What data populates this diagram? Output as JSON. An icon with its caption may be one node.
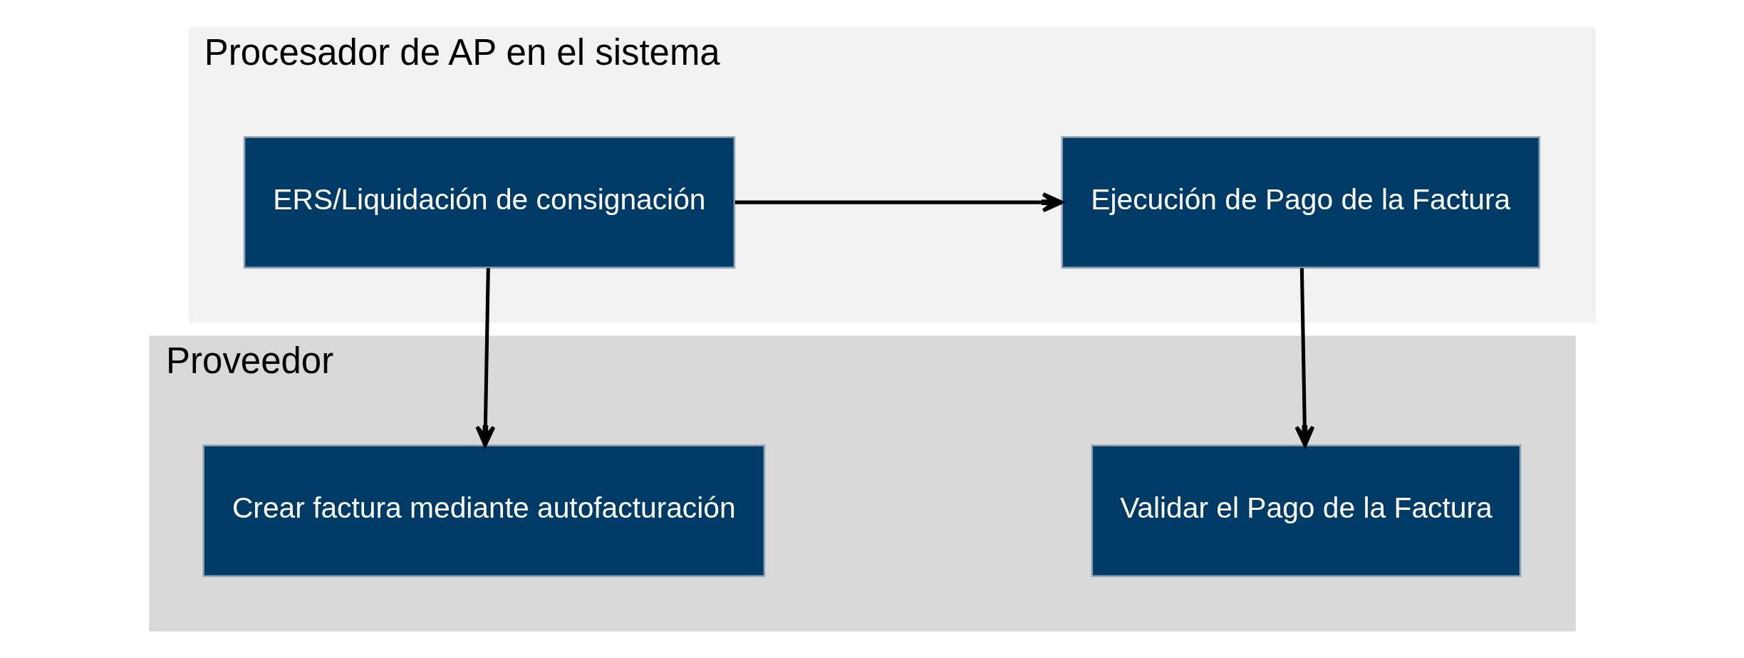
{
  "diagram": {
    "nodes": [
      {
        "text": [
          "Procesador de AP en el sistema"
        ]
      },
      {
        "text": [
          "Proveedor"
        ]
      },
      {
        "text": [
          "ERS/Liquidación de consignación"
        ],
        "in": 0
      },
      {
        "text": [
          "Ejecución de Pago de la Factura"
        ],
        "in": 0
      },
      {
        "text": [
          "Crear factura mediante autofacturación"
        ],
        "in": 1
      },
      {
        "text": [
          "Validar el Pago de la Factura"
        ],
        "in": 1
      }
    ],
    "edges": [
      {
        "from": 2,
        "to": 3,
        "arrow": "to"
      },
      {
        "from": 2,
        "to": 4,
        "arrow": "to"
      },
      {
        "from": 3,
        "to": 5,
        "arrow": "to"
      }
    ]
  }
}
